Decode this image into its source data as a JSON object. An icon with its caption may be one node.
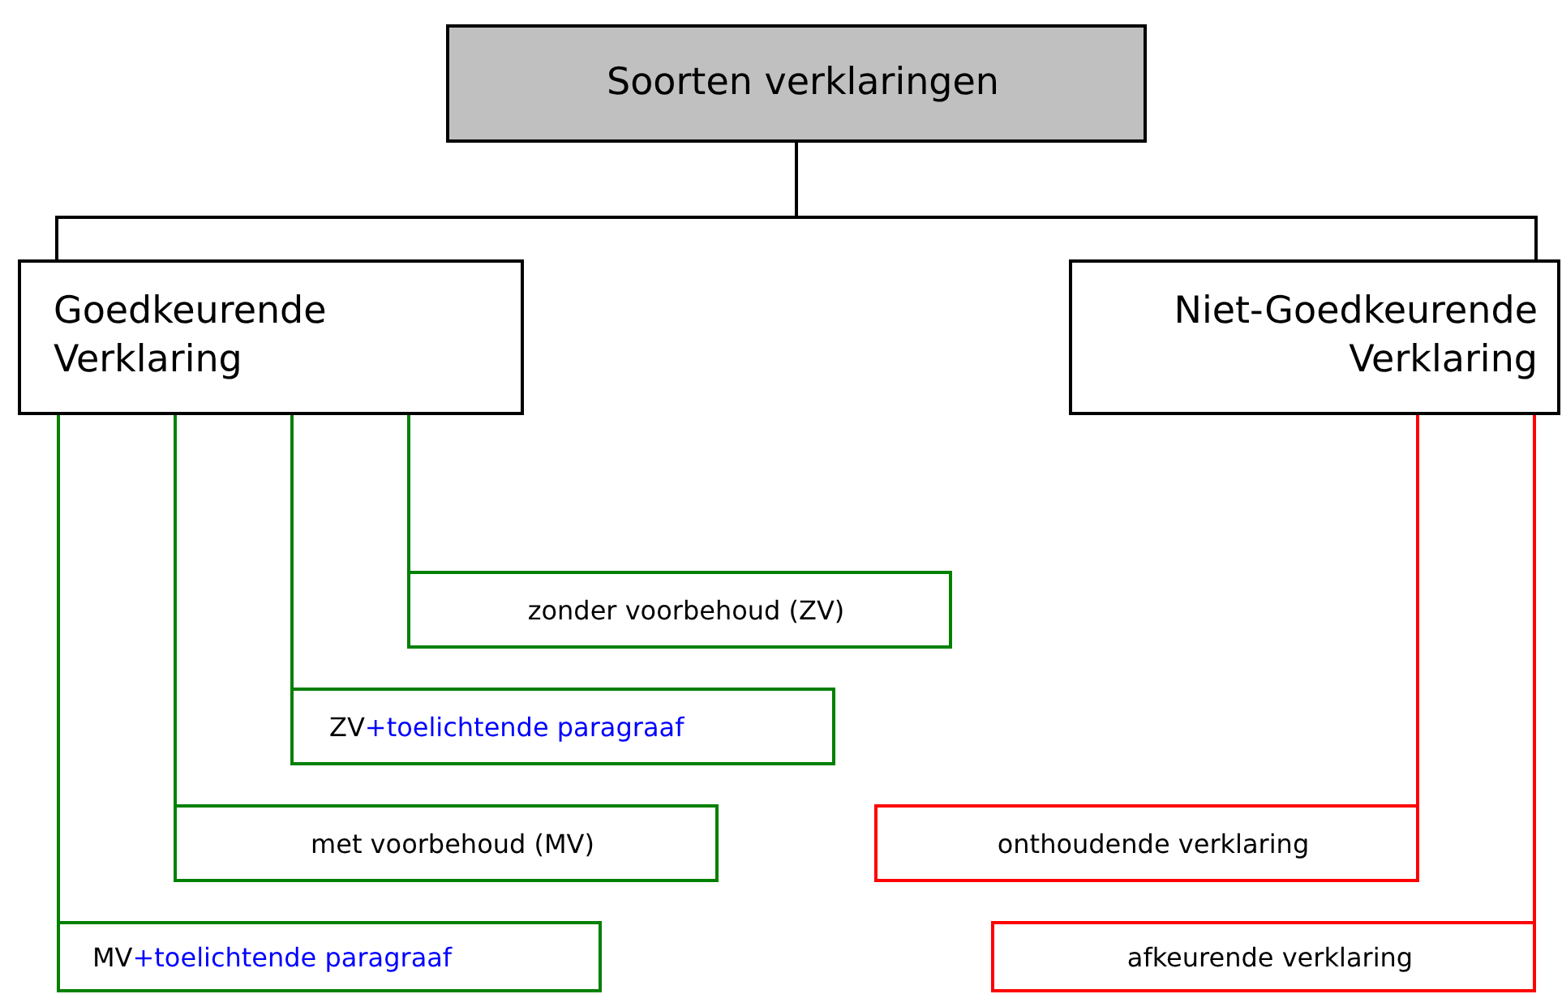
{
  "diagram": {
    "nodes": [
      {
        "text": [
          "Soorten verklaringen"
        ]
      },
      {
        "text": [
          "Goedkeurende Verklaring"
        ]
      },
      {
        "text": [
          "Niet-Goedkeurende Verklaring"
        ]
      },
      {
        "text": [
          "zonder voorbehoud (ZV)"
        ]
      },
      {
        "text": [
          "ZV",
          "+toelichtende paragraaf"
        ]
      },
      {
        "text": [
          "met voorbehoud (MV)"
        ]
      },
      {
        "text": [
          "onthoudende verklaring"
        ]
      },
      {
        "text": [
          "MV",
          "+toelichtende paragraaf"
        ]
      },
      {
        "text": [
          "afkeurende verklaring"
        ]
      }
    ],
    "edges": [
      {
        "from": 0,
        "to": 1,
        "arrow": "none",
        "color": "#000000"
      },
      {
        "from": 0,
        "to": 2,
        "arrow": "none",
        "color": "#000000"
      },
      {
        "from": 1,
        "to": 3,
        "arrow": "none",
        "color": "#008000"
      },
      {
        "from": 1,
        "to": 4,
        "arrow": "none",
        "color": "#008000"
      },
      {
        "from": 1,
        "to": 5,
        "arrow": "none",
        "color": "#008000"
      },
      {
        "from": 1,
        "to": 7,
        "arrow": "none",
        "color": "#008000"
      },
      {
        "from": 2,
        "to": 6,
        "arrow": "none",
        "color": "#ff0000"
      },
      {
        "from": 2,
        "to": 8,
        "arrow": "none",
        "color": "#ff0000"
      }
    ]
  }
}
